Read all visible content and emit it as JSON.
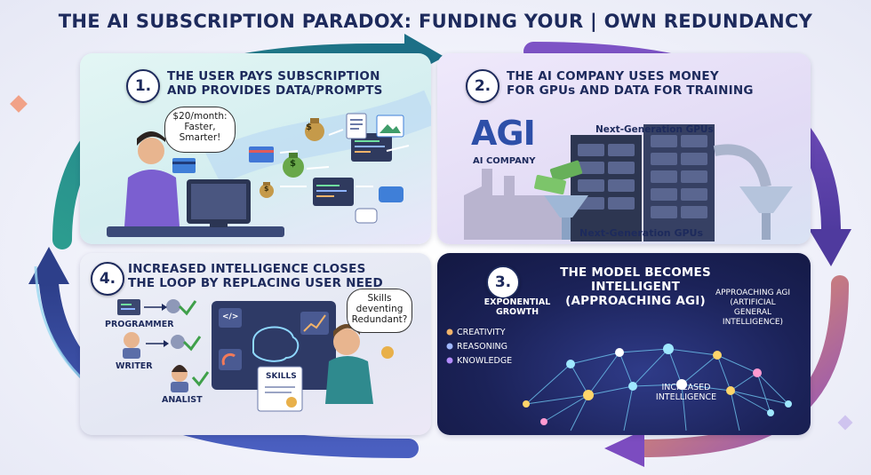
{
  "title": "THE AI SUBSCRIPTION PARADOX: FUNDING YOUR | OWN REDUNDANCY",
  "steps": [
    {
      "number": "1.",
      "title_line1": "THE USER PAYS SUBSCRIPTION",
      "title_line2": "AND PROVIDES DATA/PROMPTS"
    },
    {
      "number": "2.",
      "title_line1": "THE AI COMPANY USES MONEY",
      "title_line2": "FOR GPUs AND DATA FOR TRAINING"
    },
    {
      "number": "3.",
      "title_line1": "THE MODEL BECOMES INTELLIGENT",
      "title_line2": "(APPROACHING AGI)"
    },
    {
      "number": "4.",
      "title_line1": "INCREASED INTELLIGENCE CLOSES",
      "title_line2": "THE LOOP BY REPLACING USER NEED"
    }
  ],
  "panel1": {
    "bubble_line1": "$20/month:",
    "bubble_line2": "Faster,",
    "bubble_line3": "Smarter!",
    "money_symbol": "$"
  },
  "panel2": {
    "logo": "AGI",
    "company": "AI COMPANY",
    "gpu_label_top": "Next-Generation GPUs",
    "gpu_label_bottom": "Next-Generation GPUs"
  },
  "panel3": {
    "growth_line1": "EXPONENTIAL",
    "growth_line2": "GROWTH",
    "traits": [
      "CREATIVITY",
      "REASONING",
      "KNOWLEDGE"
    ],
    "agi_line1": "APPROACHING AGI",
    "agi_line2": "(ARTIFICIAL",
    "agi_line3": "GENERAL",
    "agi_line4": "INTELLIGENCE)",
    "increased_line1": "INCREASED",
    "increased_line2": "INTELLIGENCE"
  },
  "panel4": {
    "roles": [
      "PROGRAMMER",
      "WRITER",
      "ANALIST"
    ],
    "bubble_line1": "Skills",
    "bubble_line2": "deventing",
    "bubble_line3": "Redundant?",
    "certificate": "SKILLS",
    "code_glyph": "</>"
  },
  "colors": {
    "title": "#1d2a5c",
    "teal_arrow": "#1f8a86",
    "purple_arrow": "#6b48b8",
    "orange_arrow": "#f2873a",
    "node_glow": "#7fe3ff"
  }
}
